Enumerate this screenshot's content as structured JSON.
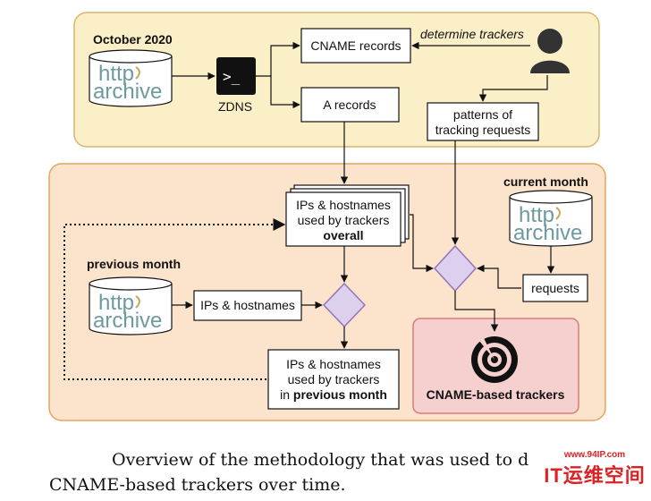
{
  "diagram": {
    "colors": {
      "top_panel_fill": "#faefc6",
      "top_panel_stroke": "#d7b56d",
      "bottom_panel_fill": "#fce4cc",
      "bottom_panel_stroke": "#e0a560",
      "result_fill": "#f6cfcf",
      "result_stroke": "#d77b7b",
      "diamond_fill": "#ddd0ee",
      "diamond_stroke": "#9673b9",
      "db_fill": "#ffffff",
      "db_text": "#6d9aa0",
      "db_accent": "#c6a85a"
    },
    "labels": {
      "october_2020": "October 2020",
      "previous_month": "previous month",
      "current_month": "current month",
      "cname_records": "CNAME records",
      "a_records": "A records",
      "zdns": "ZDNS",
      "terminal_prompt": ">_",
      "determine_trackers": "determine trackers",
      "patterns_line1": "patterns of",
      "patterns_line2": "tracking requests",
      "ips_overall_line1": "IPs & hostnames",
      "ips_overall_line2": "used by trackers",
      "ips_overall_line3": "overall",
      "ips_hostnames": "IPs & hostnames",
      "ips_prev_line1": "IPs & hostnames",
      "ips_prev_line2": "used by trackers",
      "ips_prev_line3_a": "in ",
      "ips_prev_line3_b": "previous month",
      "requests": "requests",
      "cname_trackers": "CNAME-based trackers",
      "db_line1": "http",
      "db_line2": "archive"
    }
  },
  "caption": {
    "line1": "Overview of the methodology that was used to d",
    "line2": "CNAME-based trackers over time."
  },
  "watermark": {
    "url": "www.94IP.com",
    "name": "IT运维空间"
  }
}
